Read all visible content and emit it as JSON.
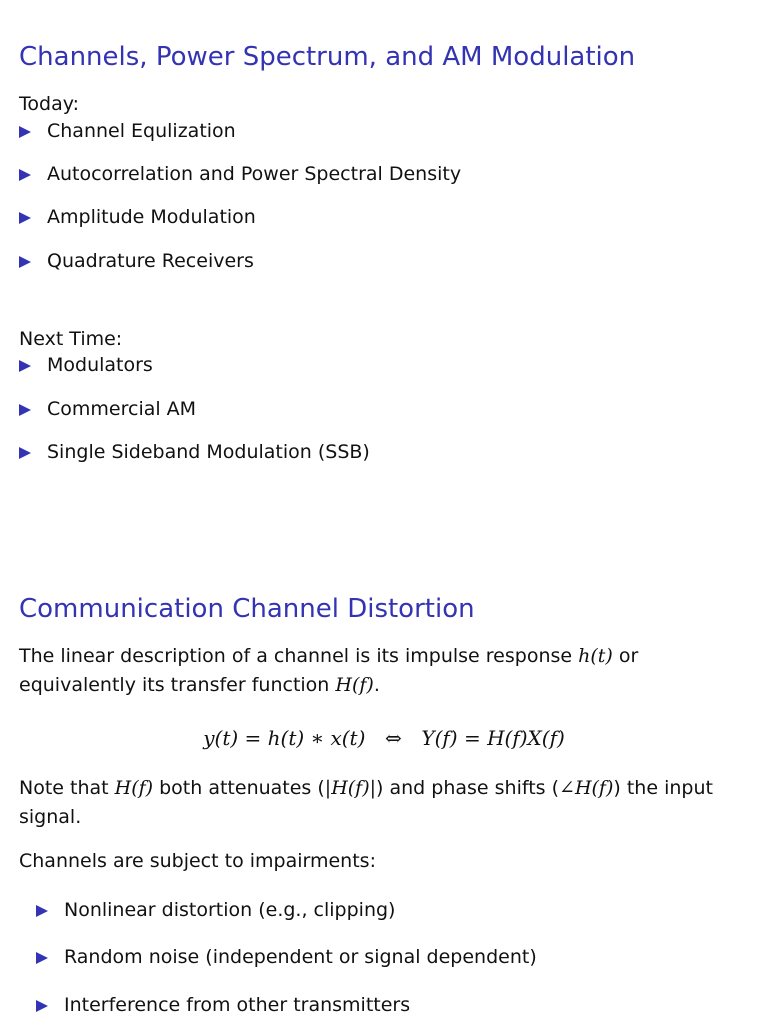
{
  "slide1": {
    "title": "Channels, Power Spectrum, and AM Modulation",
    "today_label": "Today:",
    "today_items": [
      "Channel Equlization",
      "Autocorrelation and Power Spectral Density",
      "Amplitude Modulation",
      "Quadrature Receivers"
    ],
    "next_label": "Next Time:",
    "next_items": [
      "Modulators",
      "Commercial AM",
      "Single Sideband Modulation (SSB)"
    ]
  },
  "slide2": {
    "title": "Communication Channel Distortion",
    "para1": {
      "t1": "The linear description of a channel is its impulse response ",
      "m1": "h(t)",
      "t2": " or equivalently its transfer function ",
      "m2": "H(f)",
      "t3": "."
    },
    "equation": {
      "lhs": "y(t) = h(t) ∗ x(t)",
      "op": "⇔",
      "rhs": "Y(f) = H(f)X(f)"
    },
    "para2": {
      "t1": "Note that ",
      "m1": "H(f)",
      "t2": " both attenuates (",
      "m2": "|H(f)|",
      "t3": ") and phase shifts (",
      "m3": "∠H(f)",
      "t4": ") the input signal."
    },
    "impairments_label": "Channels are subject to impairments:",
    "impairments": [
      "Nonlinear distortion (e.g., clipping)",
      "Random noise (independent or signal dependent)",
      "Interference from other transmitters"
    ]
  },
  "colors": {
    "title": "#3333b3",
    "bullet": "#3333b3",
    "text": "#111111"
  }
}
